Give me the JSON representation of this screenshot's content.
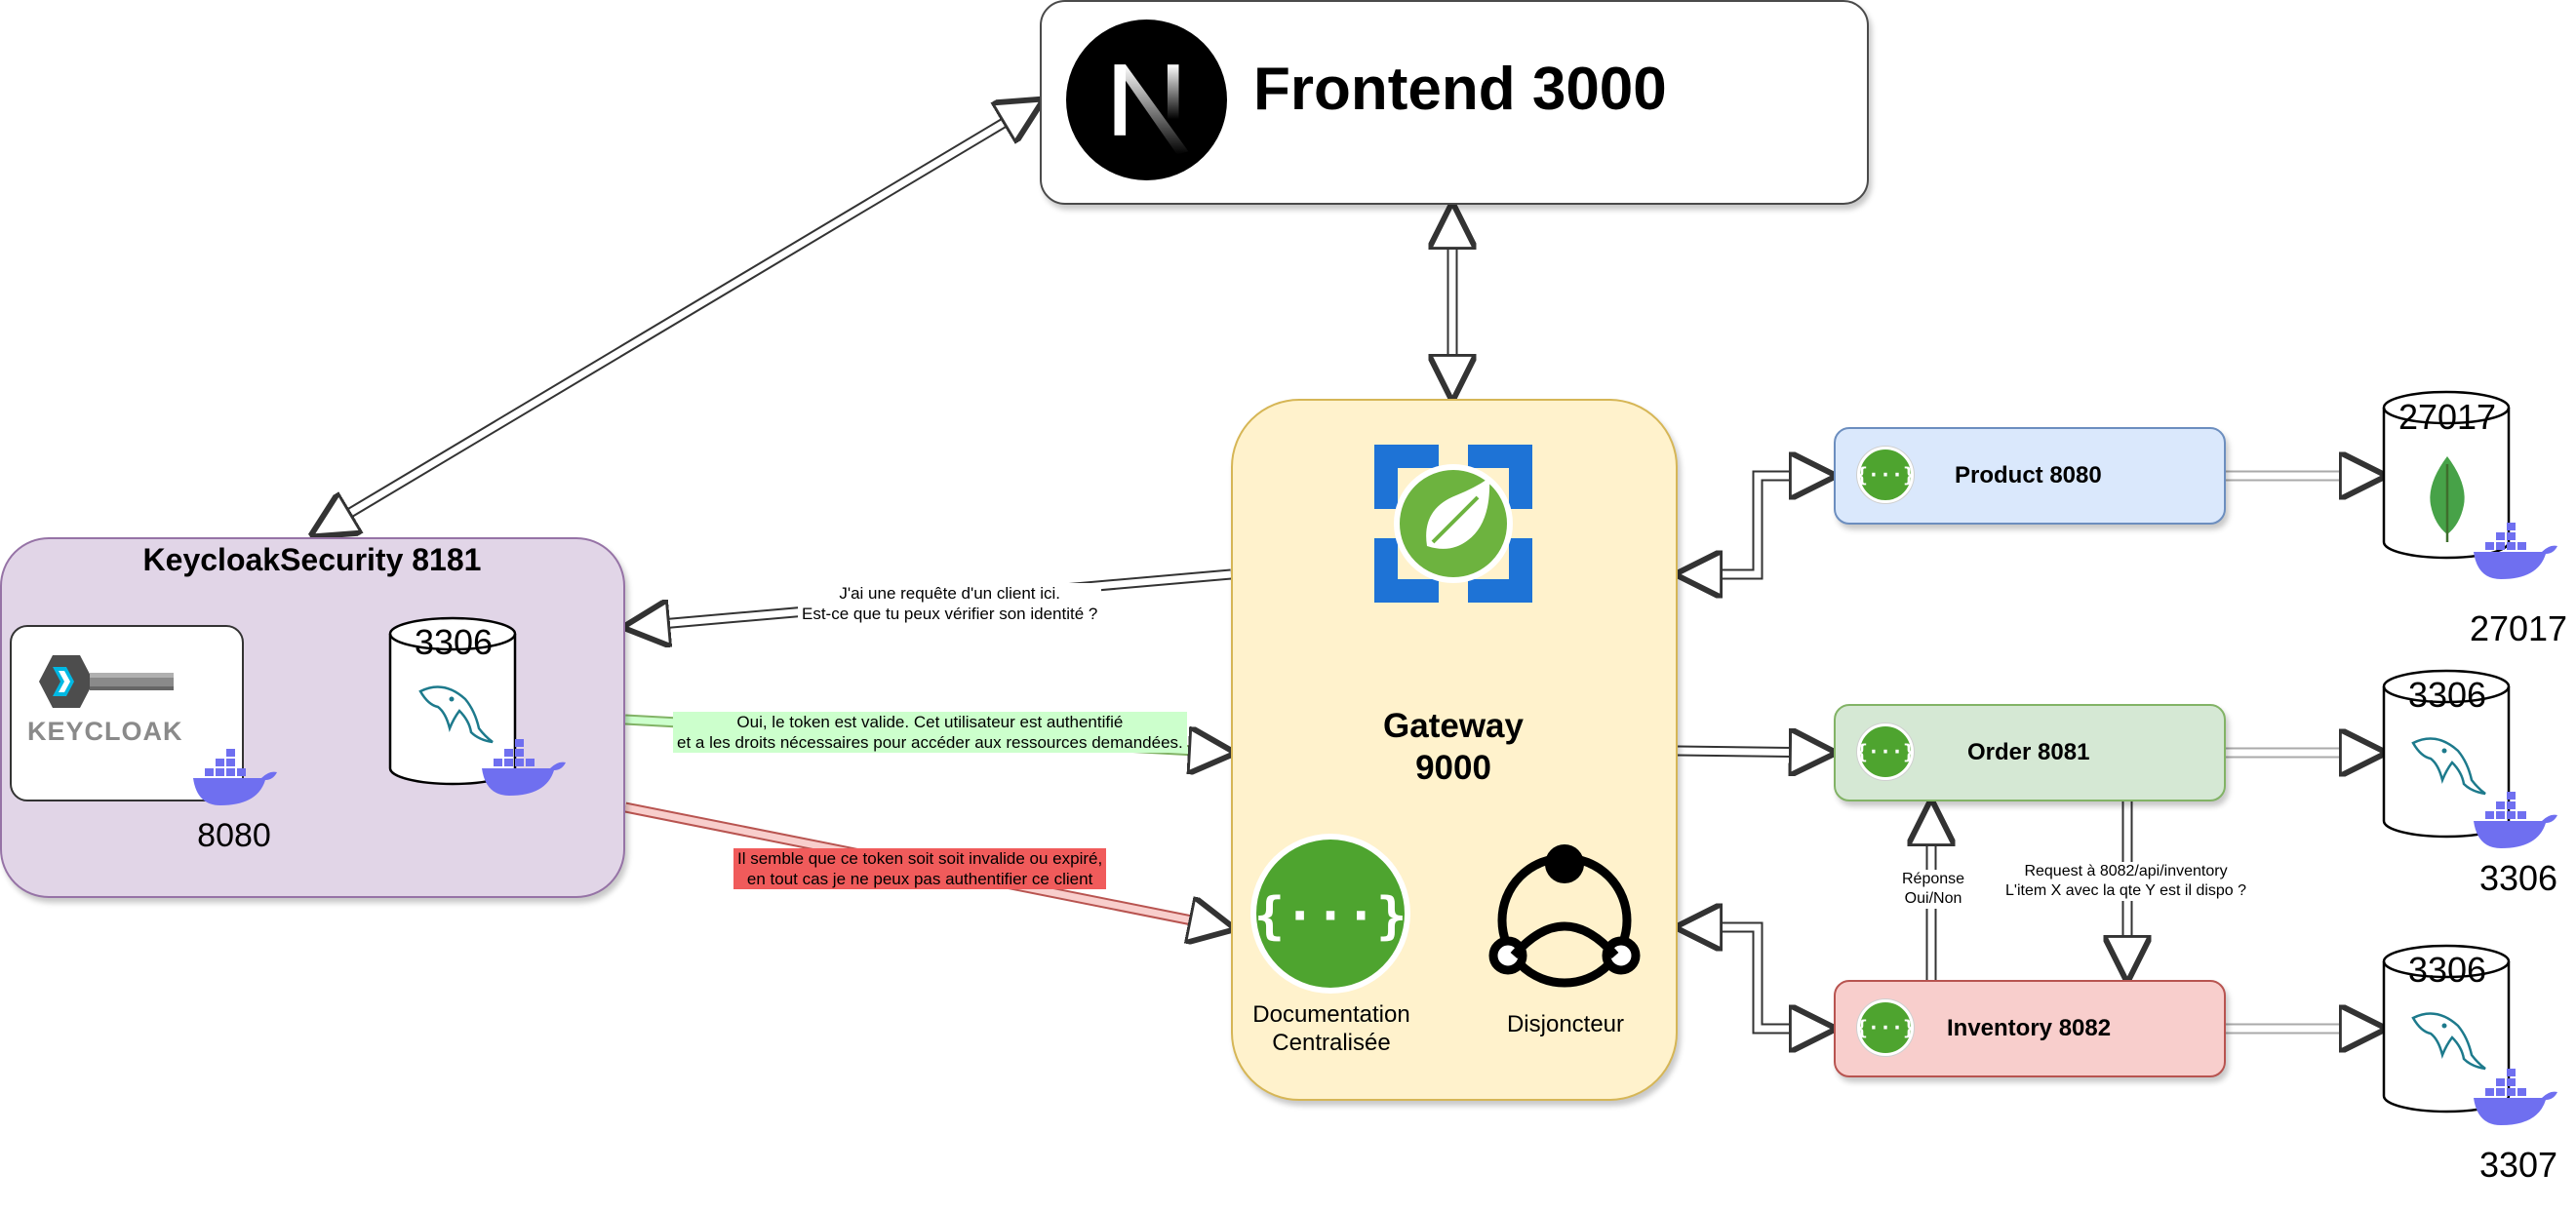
{
  "frontend": {
    "title": "Frontend 3000",
    "logo_icon": "nextjs-icon"
  },
  "keycloak": {
    "title": "KeycloakSecurity 8181",
    "logo_wordmark": "KEYCLOAK",
    "logo_port": "8080",
    "db_label": "3306"
  },
  "gateway": {
    "title_line1": "Gateway",
    "title_line2": "9000",
    "doc_label_line1": "Documentation",
    "doc_label_line2": "Centralisée",
    "breaker_label": "Disjoncteur"
  },
  "services": {
    "product": {
      "label": "Product 8080",
      "color": "#dae8fc"
    },
    "order": {
      "label": "Order 8081",
      "color": "#d5e8d4"
    },
    "inventory": {
      "label": "Inventory 8082",
      "color": "#f8cecc"
    }
  },
  "databases": {
    "product_db": {
      "label": "27017",
      "port": "27017",
      "icon": "mongodb-icon"
    },
    "order_db": {
      "label": "3306",
      "port": "3306",
      "icon": "mysql-icon"
    },
    "inventory_db": {
      "label": "3306",
      "port": "3307",
      "icon": "mysql-icon"
    }
  },
  "messages": {
    "identity_request_line1": "J'ai une requête d'un client ici.",
    "identity_request_line2": "Est-ce que tu peux vérifier son identité ?",
    "token_valid_line1": "Oui, le token est valide. Cet utilisateur est authentifié",
    "token_valid_line2": "et a les droits nécessaires pour accéder aux ressources demandées.",
    "token_invalid_line1": "Il semble que ce token soit soit invalide ou expiré,",
    "token_invalid_line2": "en tout cas je ne peux pas authentifier ce client",
    "response_line1": "Réponse",
    "response_line2": "Oui/Non",
    "inventory_request_line1": "Request à 8082/api/inventory",
    "inventory_request_line2": "L'item X avec la qte Y est il dispo ?"
  },
  "colors": {
    "keycloak_fill": "#e1d5e7",
    "gateway_fill": "#fff2cc",
    "valid_message": "#ccffcc",
    "invalid_message": "#f05b5b",
    "spring_green": "#4ea42f",
    "docker_blue": "#6f6ff0"
  }
}
